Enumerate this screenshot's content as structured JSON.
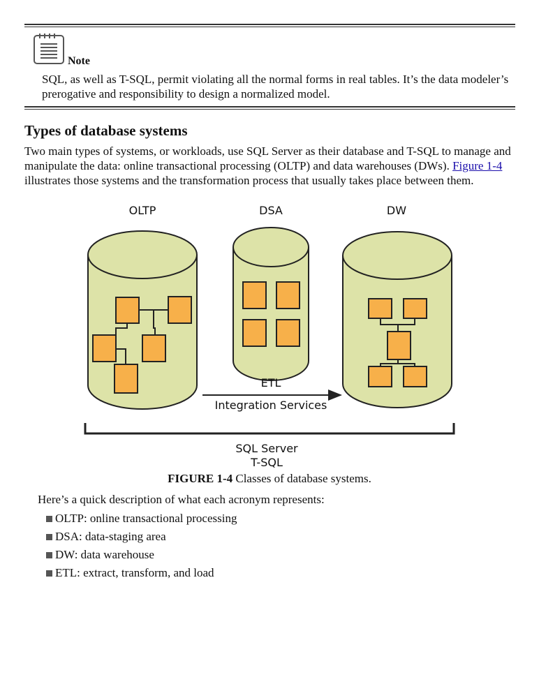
{
  "note": {
    "label": "Note",
    "text": "SQL, as well as T-SQL, permit violating all the normal forms in real tables. It’s the data modeler’s prerogative and responsibility to design a normalized model."
  },
  "section": {
    "heading": "Types of database systems",
    "intro_before_link": "Two main types of systems, or workloads, use SQL Server as their database and T-SQL to manage and manipulate the data: online transactional processing (OLTP) and data warehouses (DWs). ",
    "intro_link": "Figure 1-4",
    "intro_after_link": " illustrates those systems and the transformation process that usually takes place between them."
  },
  "figure": {
    "labels": {
      "oltp": "OLTP",
      "dsa": "DSA",
      "dw": "DW",
      "etl": "ETL",
      "integration": "Integration Services",
      "sql_server": "SQL Server",
      "tsql": "T-SQL"
    },
    "colors": {
      "cylinder_fill": "#dde3a8",
      "box_fill": "#f7b04a",
      "stroke": "#222222"
    },
    "caption_bold": "FIGURE 1-4",
    "caption_text": " Classes of database systems."
  },
  "list": {
    "intro": "Here’s a quick description of what each acronym represents:",
    "items": [
      "OLTP: online transactional processing",
      "DSA: data-staging area",
      "DW: data warehouse",
      "ETL: extract, transform, and load"
    ]
  }
}
